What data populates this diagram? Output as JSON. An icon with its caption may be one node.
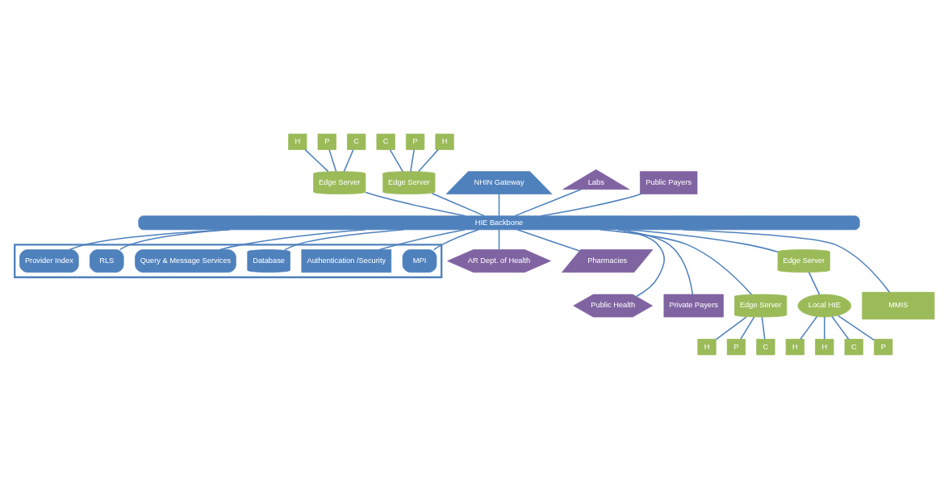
{
  "diagram": {
    "nodes": [
      {
        "text": [
          "HIE Backbone"
        ]
      },
      {
        "text": [
          "Edge Server"
        ]
      },
      {
        "text": [
          "H"
        ]
      },
      {
        "text": [
          "P"
        ]
      },
      {
        "text": [
          "C"
        ]
      },
      {
        "text": [
          "Edge Server"
        ]
      },
      {
        "text": [
          "C"
        ]
      },
      {
        "text": [
          "P"
        ]
      },
      {
        "text": [
          "H"
        ]
      },
      {
        "text": [
          "NHIN Gateway"
        ]
      },
      {
        "text": [
          "Labs"
        ]
      },
      {
        "text": [
          "Public Payers"
        ]
      },
      {
        "text": [],
        "shape": "box"
      },
      {
        "text": [
          "MPI"
        ],
        "in": 12
      },
      {
        "text": [
          "Authentication /Security"
        ],
        "in": 12
      },
      {
        "text": [
          "Database"
        ],
        "in": 12
      },
      {
        "text": [
          "Query & Message Services"
        ],
        "in": 12
      },
      {
        "text": [
          "RLS"
        ],
        "in": 12
      },
      {
        "text": [
          "Provider Index"
        ],
        "in": 12
      },
      {
        "text": [
          "AR Dept. of Health"
        ]
      },
      {
        "text": [
          "Pharmacies"
        ]
      },
      {
        "text": [
          "Public Health"
        ]
      },
      {
        "text": [
          "Private Payers"
        ]
      },
      {
        "text": [
          "Edge Server"
        ]
      },
      {
        "text": [
          "H"
        ]
      },
      {
        "text": [
          "P"
        ]
      },
      {
        "text": [
          "C"
        ]
      },
      {
        "text": [
          "Edge Server"
        ]
      },
      {
        "text": [
          "Local HIE"
        ]
      },
      {
        "text": [
          "H"
        ]
      },
      {
        "text": [
          "H"
        ]
      },
      {
        "text": [
          "C"
        ]
      },
      {
        "text": [
          "P"
        ]
      },
      {
        "text": [
          "MMIS"
        ]
      }
    ],
    "edges": [
      {
        "from": 2,
        "to": 1,
        "arrow": "none"
      },
      {
        "from": 3,
        "to": 1,
        "arrow": "none"
      },
      {
        "from": 4,
        "to": 1,
        "arrow": "none"
      },
      {
        "from": 6,
        "to": 5,
        "arrow": "none"
      },
      {
        "from": 7,
        "to": 5,
        "arrow": "none"
      },
      {
        "from": 8,
        "to": 5,
        "arrow": "none"
      },
      {
        "from": 1,
        "to": 0,
        "arrow": "none"
      },
      {
        "from": 5,
        "to": 0,
        "arrow": "none"
      },
      {
        "from": 9,
        "to": 0,
        "arrow": "none"
      },
      {
        "from": 10,
        "to": 0,
        "arrow": "none"
      },
      {
        "from": 11,
        "to": 0,
        "arrow": "none"
      },
      {
        "from": 0,
        "to": 27,
        "arrow": "none"
      },
      {
        "from": 0,
        "to": 16,
        "arrow": "none"
      },
      {
        "from": 0,
        "to": 13,
        "arrow": "none"
      },
      {
        "from": 0,
        "to": 17,
        "arrow": "none"
      },
      {
        "from": 0,
        "to": 14,
        "arrow": "none"
      },
      {
        "from": 0,
        "to": 18,
        "arrow": "none"
      },
      {
        "from": 0,
        "to": 15,
        "arrow": "none"
      },
      {
        "from": 0,
        "to": 33,
        "arrow": "none"
      },
      {
        "from": 0,
        "to": 21,
        "arrow": "none"
      },
      {
        "from": 0,
        "to": 19,
        "arrow": "none"
      },
      {
        "from": 0,
        "to": 22,
        "arrow": "none"
      },
      {
        "from": 0,
        "to": 20,
        "arrow": "none"
      },
      {
        "from": 0,
        "to": 23,
        "arrow": "none"
      },
      {
        "from": 23,
        "to": 24,
        "arrow": "none"
      },
      {
        "from": 23,
        "to": 25,
        "arrow": "none"
      },
      {
        "from": 23,
        "to": 26,
        "arrow": "none"
      },
      {
        "from": 27,
        "to": 28,
        "arrow": "none"
      },
      {
        "from": 28,
        "to": 29,
        "arrow": "none"
      },
      {
        "from": 28,
        "to": 30,
        "arrow": "none"
      },
      {
        "from": 28,
        "to": 31,
        "arrow": "none"
      },
      {
        "from": 28,
        "to": 32,
        "arrow": "none"
      }
    ]
  }
}
